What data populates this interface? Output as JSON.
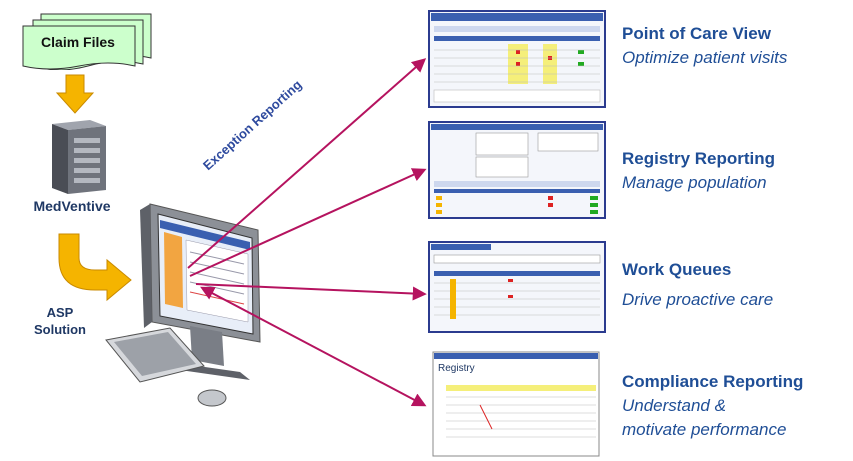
{
  "source": {
    "claim_files": "Claim Files",
    "server_name": "MedVentive",
    "solution_line1": "ASP",
    "solution_line2": "Solution"
  },
  "arrow_label": "Exception Reporting",
  "outputs": [
    {
      "title": "Point of Care View",
      "subtitle": "Optimize patient visits"
    },
    {
      "title": "Registry Reporting",
      "subtitle": "Manage population"
    },
    {
      "title": "Work Queues",
      "subtitle": "Drive proactive care"
    },
    {
      "title": "Compliance Reporting",
      "subtitle_line1": "Understand &",
      "subtitle_line2": "motivate performance"
    }
  ],
  "colors": {
    "arrow": "#b5135f",
    "flow_arrow": "#f5b400",
    "text_blue": "#1f4e96",
    "doc_fill": "#ccffcc",
    "screenshot_frame": "#2b3b8f"
  }
}
